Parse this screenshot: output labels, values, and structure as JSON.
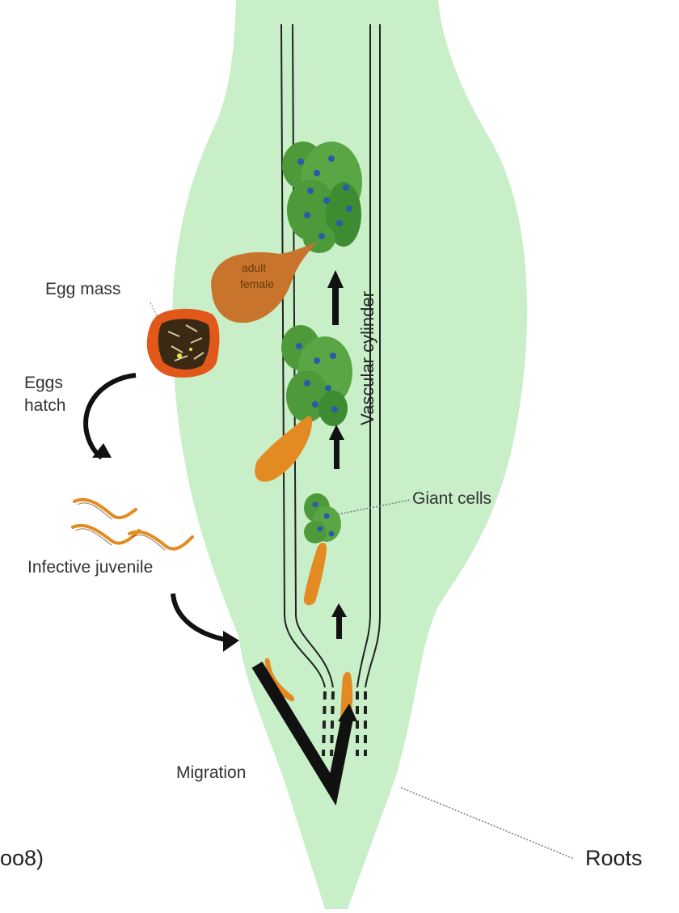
{
  "labels": {
    "egg_mass": "Egg mass",
    "eggs_hatch_1": "Eggs",
    "eggs_hatch_2": "hatch",
    "infective_juvenile": "Infective juvenile",
    "migration": "Migration",
    "giant_cells": "Giant cells",
    "vascular_cylinder": "Vascular cylinder",
    "roots": "Roots",
    "adult_female_1": "adult",
    "adult_female_2": "female",
    "citation_fragment": "oo8)"
  },
  "colors": {
    "root_tissue": "#c8efc8",
    "nematode": "#e48a22",
    "adult_female": "#c8742c",
    "giant_cell": "#4e9a3a",
    "nucleus": "#2b5aa8",
    "egg_mass": "#e2571a",
    "arrow": "#111111"
  }
}
